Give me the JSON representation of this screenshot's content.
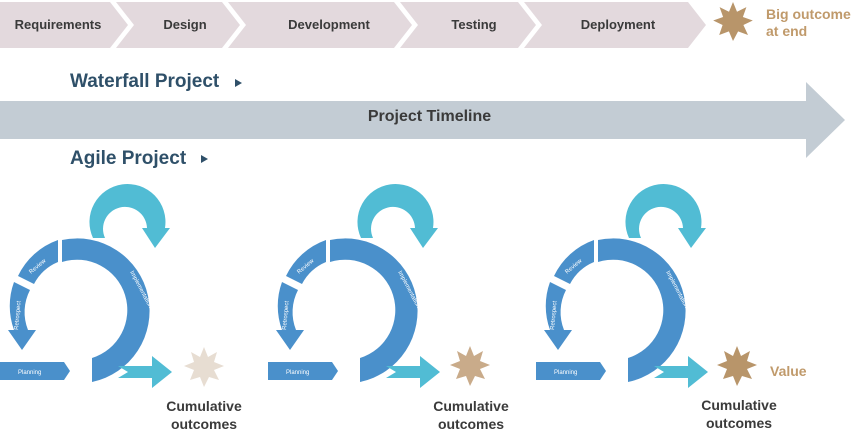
{
  "waterfall": {
    "phases": [
      "Requirements",
      "Design",
      "Development",
      "Testing",
      "Deployment"
    ],
    "big_outcome": "Big outcome at end",
    "title": "Waterfall Project"
  },
  "timeline": {
    "label": "Project Timeline"
  },
  "agile": {
    "title": "Agile Project",
    "cycles": [
      {
        "labels": {
          "review": "Review",
          "implementation": "Implementation",
          "retrospect": "Retrospect",
          "planning": "Planning"
        },
        "outcome": "Cumulative outcomes"
      },
      {
        "labels": {
          "review": "Review",
          "implementation": "Implementation",
          "retrospect": "Retrospect",
          "planning": "Planning"
        },
        "outcome": "Cumulative outcomes"
      },
      {
        "labels": {
          "review": "Review",
          "implementation": "Implementation",
          "retrospect": "Retrospect",
          "planning": "Planning"
        },
        "outcome": "Cumulative outcomes"
      }
    ],
    "value_label": "Value"
  },
  "colors": {
    "phase_fill": "#e3d9dd",
    "timeline_fill": "#c3ccd4",
    "cycle_blue": "#4a90cb",
    "cycle_cyan": "#51bcd4",
    "star_light": "#e7ddd2",
    "star_mid": "#c9ab8a",
    "star_dark": "#b8956a",
    "title_navy": "#2f5069"
  }
}
